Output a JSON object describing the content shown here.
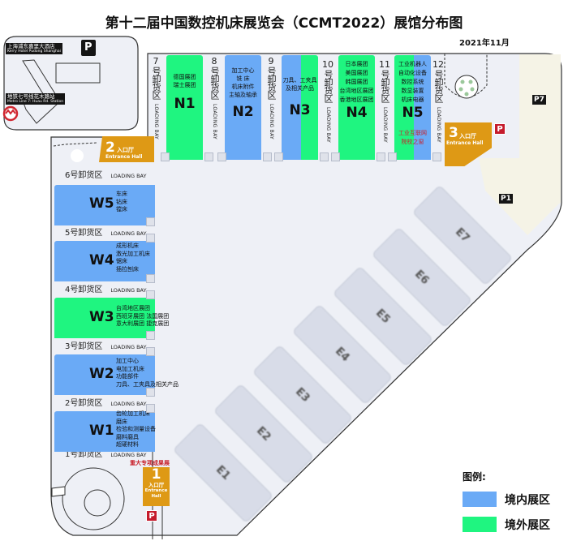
{
  "title": "第十二届中国数控机床展览会（CCMT2022）展馆分布图",
  "date": "2021年11月",
  "inset": {
    "hotel_cn": "上海浦东嘉里大酒店",
    "hotel_en": "Kerry Hotel Pudong Shanghai",
    "metro_cn": "地铁七号线花木路站",
    "metro_en": "Metro Line 7: Huau Rd. Station",
    "parking": "P"
  },
  "north_halls": [
    {
      "name": "N1",
      "items": [
        "德国展团",
        "瑞士展团"
      ]
    },
    {
      "name": "N2",
      "items": [
        "加工中心",
        "铣 床",
        "机床附件",
        "主轴及轴承"
      ]
    },
    {
      "name": "N3",
      "items": [
        "刀具、工夹具",
        "及相关产品"
      ]
    },
    {
      "name": "N4",
      "items": [
        "日本展团",
        "美国展团",
        "韩国展团",
        "台湾地区展团",
        "香港地区展团"
      ]
    },
    {
      "name": "N5",
      "items": [
        "工业机器人",
        "自动化设备",
        "数控系统",
        "数显装置",
        "机床电器"
      ],
      "note": [
        "工业互联网",
        "院校之窗"
      ]
    }
  ],
  "north_bays": [
    {
      "num": "7",
      "label": "号卸货区",
      "en": "LOADING BAY"
    },
    {
      "num": "8",
      "label": "号卸货区",
      "en": "LOADING BAY"
    },
    {
      "num": "9",
      "label": "号卸货区",
      "en": "LOADING BAY"
    },
    {
      "num": "10",
      "label": "号卸货区",
      "en": "LOADING BAY"
    },
    {
      "num": "11",
      "label": "号卸货区",
      "en": "LOADING BAY"
    },
    {
      "num": "12",
      "label": "号卸货区",
      "en": "LOADING BAY"
    }
  ],
  "west_halls": [
    {
      "name": "W5",
      "items": [
        "车床",
        "钻床",
        "镗床"
      ]
    },
    {
      "name": "W4",
      "items": [
        "成形机床",
        "激光加工机床",
        "锯床",
        "插拉刨床"
      ]
    },
    {
      "name": "W3",
      "items": [
        "台湾地区展团",
        "西班牙展团  法国展团",
        "意大利展团  捷克展团"
      ]
    },
    {
      "name": "W2",
      "items": [
        "加工中心",
        "电加工机床",
        "功能部件",
        "刀具、工夹具及相关产品"
      ]
    },
    {
      "name": "W1",
      "items": [
        "齿轮加工机床",
        "磨床",
        "检验和测量设备",
        "磨料磨具",
        "超硬材料"
      ]
    }
  ],
  "west_bays": [
    {
      "label": "6号卸货区",
      "en": "LOADING BAY"
    },
    {
      "label": "5号卸货区",
      "en": "LOADING BAY"
    },
    {
      "label": "4号卸货区",
      "en": "LOADING BAY"
    },
    {
      "label": "3号卸货区",
      "en": "LOADING BAY"
    },
    {
      "label": "2号卸货区",
      "en": "LOADING BAY"
    },
    {
      "label": "1号卸货区",
      "en": "LOADING BAY"
    }
  ],
  "east_halls": [
    "E1",
    "E2",
    "E3",
    "E4",
    "E5",
    "E6",
    "E7"
  ],
  "entrances": [
    {
      "num": "1",
      "cn": "入口厅",
      "en": "Entrance Hall"
    },
    {
      "num": "2",
      "cn": "入口厅",
      "en": "Entrance Hall"
    },
    {
      "num": "3",
      "cn": "入口厅",
      "en": "Entrance Hall"
    }
  ],
  "special_exhibit": "重大专项成果展",
  "parking_label": "P",
  "zones": {
    "p7": "P7",
    "p1": "P1"
  },
  "legend": {
    "title": "图例:",
    "domestic": "境内展区",
    "foreign": "境外展区"
  },
  "colors": {
    "domestic": "#6aaaf6",
    "foreign": "#1ff580",
    "entrance": "#de9915",
    "parking": "#c51b2c",
    "floor": "#eef0f6"
  }
}
